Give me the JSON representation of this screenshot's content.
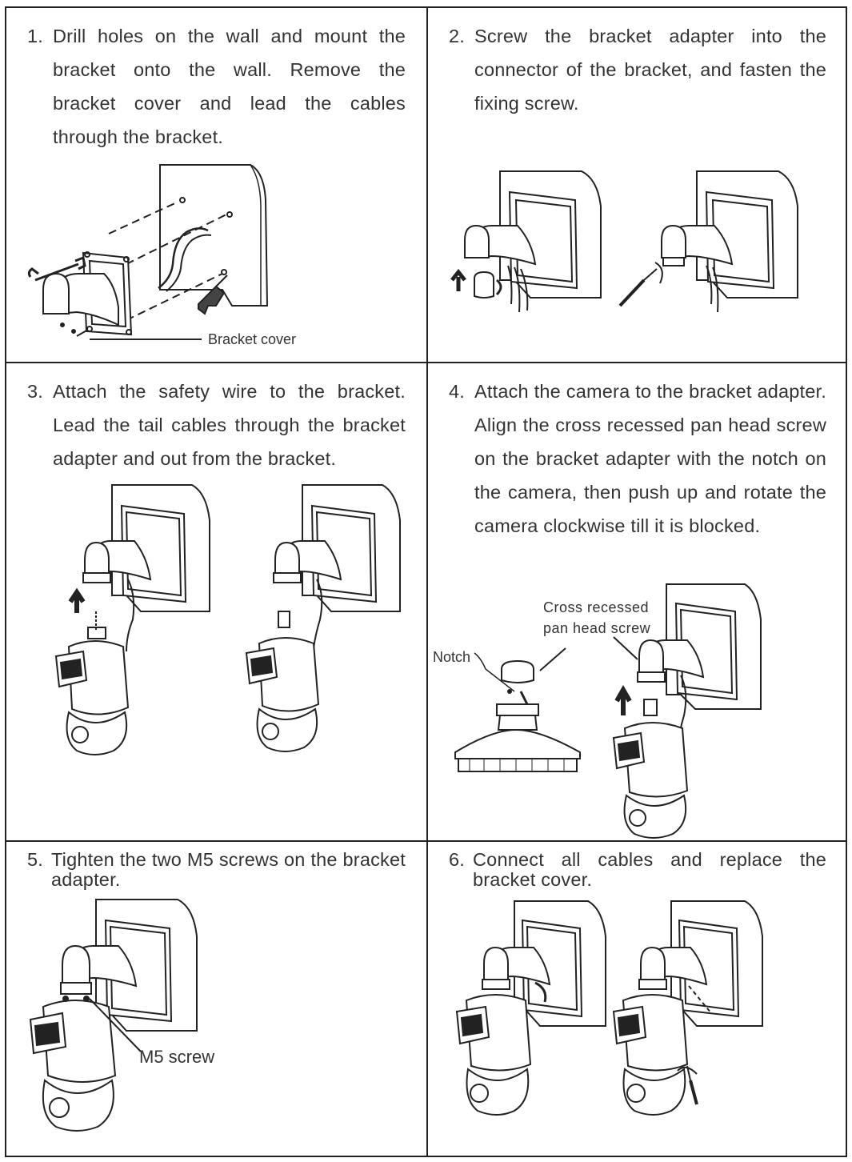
{
  "steps": [
    {
      "num": "1.",
      "text": "Drill holes on the wall and mount the bracket onto the wall. Remove the bracket cover and lead the cables through the bracket.",
      "callouts": {
        "bracket_cover": "Bracket cover"
      }
    },
    {
      "num": "2.",
      "text": "Screw the bracket adapter into the connector of the bracket, and fasten the fixing screw."
    },
    {
      "num": "3.",
      "text": "Attach the safety wire to the bracket. Lead the tail cables through the bracket adapter and out from the bracket."
    },
    {
      "num": "4.",
      "text": "Attach the camera to the bracket adapter. Align the cross recessed pan head screw on the bracket adapter with the notch on the camera, then push up and rotate the camera clockwise till it is blocked.",
      "callouts": {
        "cross_screw_line1": "Cross recessed",
        "cross_screw_line2": "pan head screw",
        "notch": "Notch"
      }
    },
    {
      "num": "5.",
      "text": "Tighten the two M5 screws on the bracket adapter.",
      "callouts": {
        "m5_screw": "M5 screw"
      }
    },
    {
      "num": "6.",
      "text": "Connect all cables and replace the bracket cover."
    }
  ]
}
